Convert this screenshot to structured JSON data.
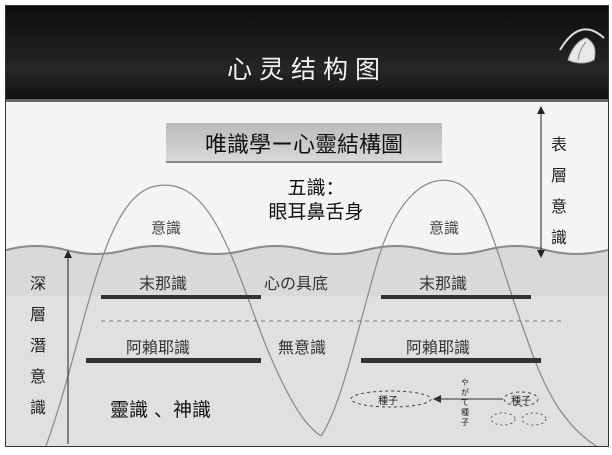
{
  "header": {
    "title": "心灵结构图",
    "title_color": "#f2f2f2",
    "background": "#111111"
  },
  "diagram": {
    "subtitle": "唯識學ー心靈結構圖",
    "five_consciousness": "五識：",
    "five_senses": "眼耳鼻舌身",
    "mind_left": "意識",
    "mind_right": "意識",
    "manas_left": "末那識",
    "manas_right": "末那識",
    "center_upper": "心の具底",
    "alaya_left": "阿賴耶識",
    "alaya_right": "阿賴耶識",
    "center_lower": "無意識",
    "spirit": "靈識 、神識",
    "upper_label": [
      "表",
      "層",
      "意",
      "識"
    ],
    "lower_label": [
      "深",
      "層",
      "潛",
      "意",
      "識"
    ],
    "seed_left": "種子",
    "seed_right": "種子",
    "seed_arrow_text": "やがて種子"
  }
}
